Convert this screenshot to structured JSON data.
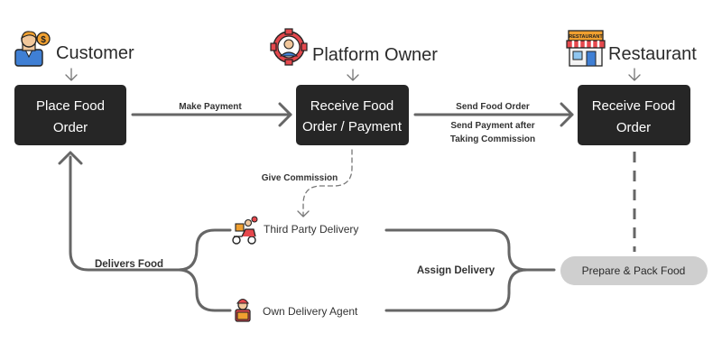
{
  "actors": {
    "customer": "Customer",
    "platform_owner": "Platform Owner",
    "restaurant": "Restaurant",
    "restaurant_sign": "RESTAURANT",
    "dollar_symbol": "$"
  },
  "boxes": {
    "place_order": [
      "Place Food",
      "Order"
    ],
    "platform_receive": [
      "Receive Food",
      "Order / Payment"
    ],
    "restaurant_receive": [
      "Receive Food",
      "Order"
    ]
  },
  "edges": {
    "make_payment": "Make Payment",
    "send_food_order": "Send Food Order",
    "send_payment": [
      "Send Payment after",
      "Taking Commission"
    ],
    "give_commission": "Give Commission",
    "assign_delivery": "Assign Delivery",
    "delivers_food": "Delivers Food"
  },
  "delivery": {
    "third_party": "Third Party Delivery",
    "own_agent": "Own Delivery Agent"
  },
  "prepare": "Prepare & Pack Food",
  "colors": {
    "box_fill": "#262626",
    "box_text": "#ffffff",
    "arrow": "#666666",
    "pill_fill": "#cfcfcf",
    "accent_red": "#e5484d",
    "accent_orange": "#f0a030",
    "accent_blue": "#3f7fd4"
  }
}
